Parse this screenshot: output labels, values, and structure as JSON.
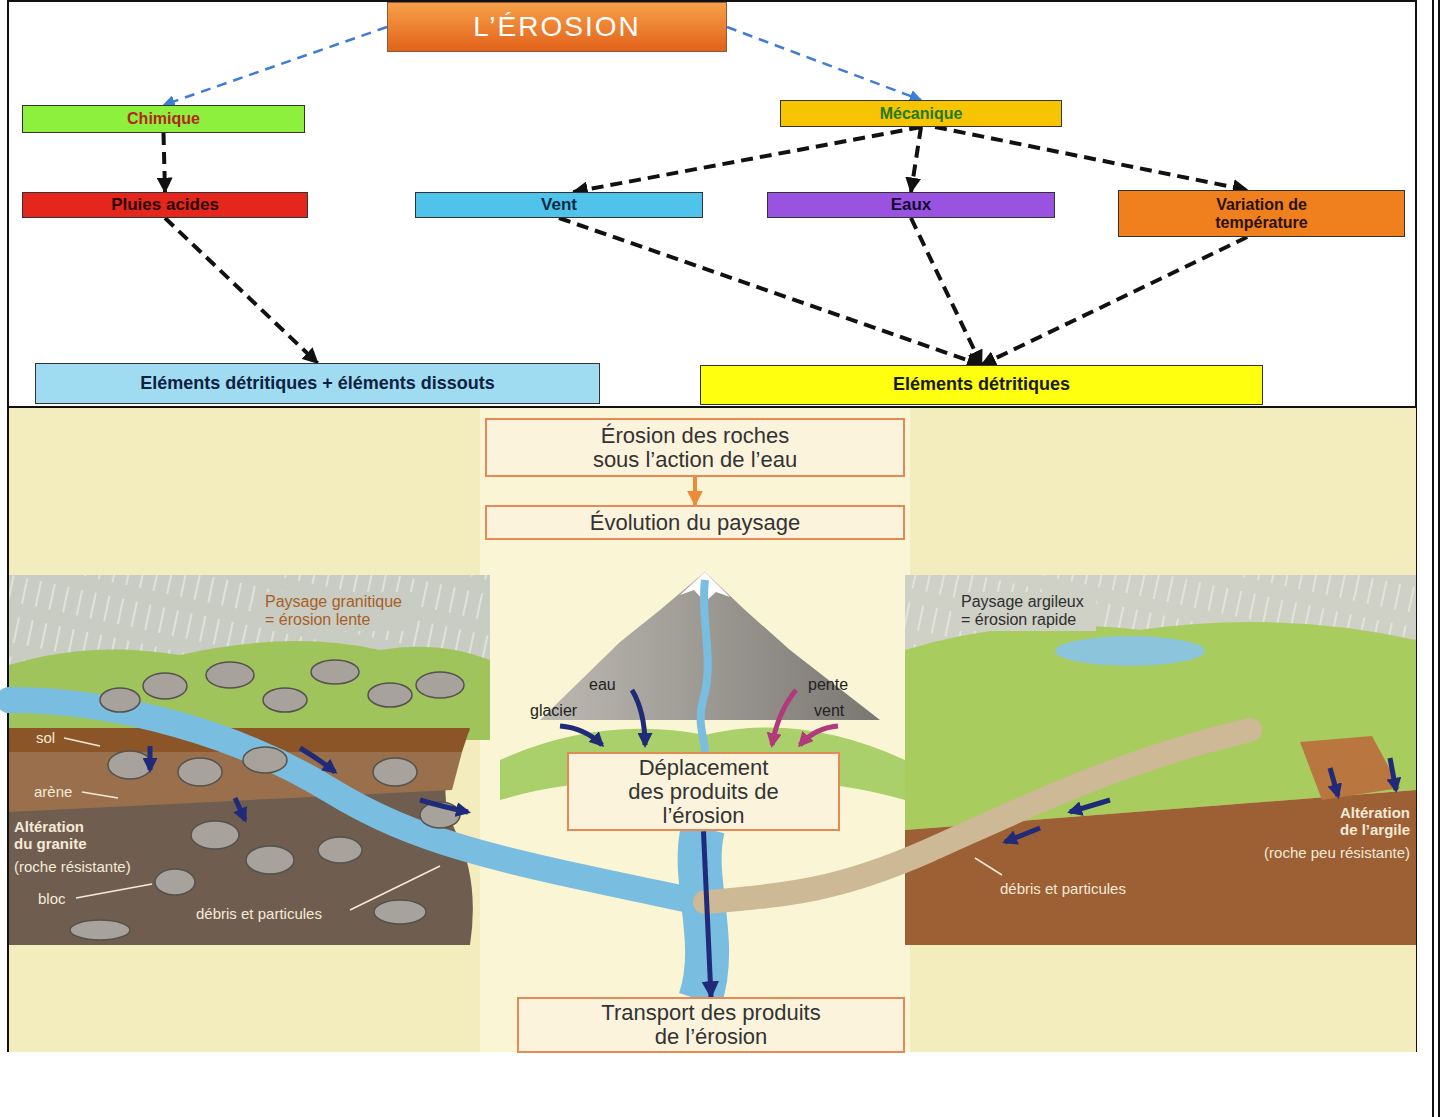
{
  "diagram": {
    "nodes": [
      {
        "text": [
          "L’ÉROSION"
        ]
      },
      {
        "text": [
          "Chimique"
        ]
      },
      {
        "text": [
          "Mécanique"
        ]
      },
      {
        "text": [
          "Pluies acides"
        ]
      },
      {
        "text": [
          "Vent"
        ]
      },
      {
        "text": [
          "Eaux"
        ]
      },
      {
        "text": [
          "Variation de température"
        ]
      },
      {
        "text": [
          "Eléments détritiques + éléments dissouts"
        ]
      },
      {
        "text": [
          "Eléments détritiques"
        ]
      },
      {
        "text": [
          "Érosion des roches sous l’action de l’eau"
        ]
      },
      {
        "text": [
          "Évolution du paysage"
        ]
      },
      {
        "text": [
          "Déplacement des produits de l’érosion"
        ]
      },
      {
        "text": [
          "Transport des produits de l’érosion"
        ]
      }
    ],
    "edges": [
      {
        "from": 0,
        "to": 1,
        "arrow": "to"
      },
      {
        "from": 0,
        "to": 2,
        "arrow": "to"
      },
      {
        "from": 1,
        "to": 3,
        "arrow": "to"
      },
      {
        "from": 2,
        "to": 4,
        "arrow": "to"
      },
      {
        "from": 2,
        "to": 5,
        "arrow": "to"
      },
      {
        "from": 2,
        "to": 6,
        "arrow": "to"
      },
      {
        "from": 3,
        "to": 7,
        "arrow": "to"
      },
      {
        "from": 4,
        "to": 8,
        "arrow": "to"
      },
      {
        "from": 5,
        "to": 8,
        "arrow": "to"
      },
      {
        "from": 6,
        "to": 8,
        "arrow": "to"
      },
      {
        "from": 9,
        "to": 10,
        "arrow": "to"
      },
      {
        "from": 11,
        "to": 12,
        "arrow": "to"
      }
    ],
    "labels": [
      "Paysage granitique = érosion lente",
      "Paysage argileux = érosion rapide",
      "eau",
      "glacier",
      "pente",
      "vent",
      "sol",
      "arène",
      "Altération du granite",
      "(roche résistante)",
      "bloc",
      "débris et particules",
      "Altération de l’argile",
      "(roche peu résistante)",
      "débris et particules"
    ]
  }
}
